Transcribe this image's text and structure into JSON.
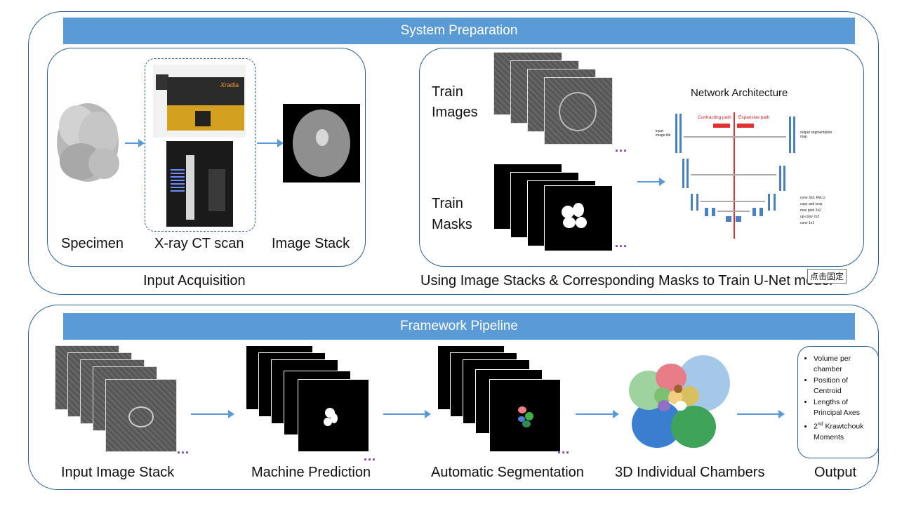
{
  "top": {
    "banner": "System Preparation",
    "left": {
      "caption": "Input Acquisition",
      "specimen": "Specimen",
      "ct_scan": "X-ray CT scan",
      "image_stack": "Image Stack",
      "machine_brand": "Xradia"
    },
    "right": {
      "caption": "Using Image Stacks & Corresponding Masks to Train U-Net model",
      "train_images_1": "Train",
      "train_images_2": "Images",
      "train_masks_1": "Train",
      "train_masks_2": "Masks",
      "ellipsis": "...",
      "network_title": "Network Architecture",
      "contracting": "Contracting path",
      "expansive": "Expansive path",
      "input_tile": "input image tile",
      "output_map": "output segmentation map",
      "legend": [
        "conv 3x3, ReLU",
        "copy and crop",
        "max pool 2x2",
        "up-conv 2x2",
        "conv 1x1"
      ]
    },
    "tooltip": "点击固定"
  },
  "bottom": {
    "banner": "Framework Pipeline",
    "input_stack": "Input Image Stack",
    "prediction": "Machine Prediction",
    "segmentation": "Automatic Segmentation",
    "chambers": "3D Individual Chambers",
    "output": "Output",
    "ellipsis": "...",
    "output_items": {
      "item1": "Volume per chamber",
      "item2": "Position of Centroid",
      "item3": "Lengths of Principal Axes",
      "item4_pre": "2",
      "item4_sup": "nd",
      "item4_post": " Krawtchouk Moments"
    }
  },
  "colors": {
    "banner": "#5b9bd5",
    "border": "#2f5f8f",
    "ellipsis": "#7030a0",
    "arrow": "#5b9bd5",
    "red_line": "#e03030"
  }
}
